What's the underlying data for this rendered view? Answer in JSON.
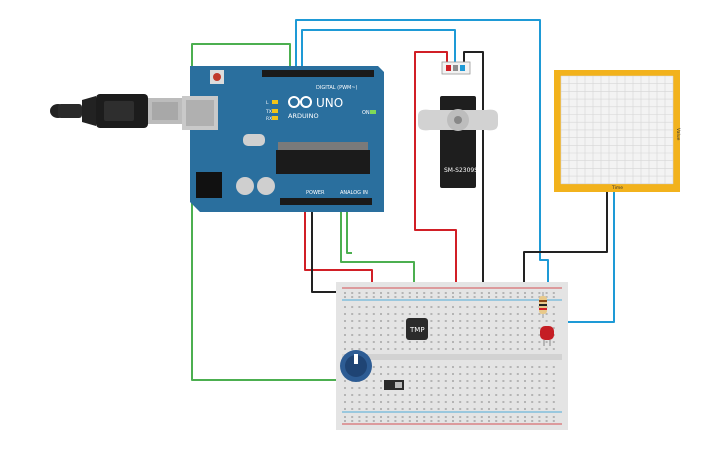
{
  "colors": {
    "board": "#2a6f9e",
    "board_dark": "#1d5580",
    "breadboard": "#e4e4e4",
    "wire_red": "#d11f26",
    "wire_green": "#4caf50",
    "wire_blue": "#1e9ad6",
    "wire_black": "#222222",
    "plotter_frame": "#f2b21c",
    "plotter_screen": "#f3f3f3",
    "led": "#c51e24",
    "pot": "#2d5c94"
  },
  "arduino": {
    "brand": "ARDUINO",
    "model": "UNO",
    "digital_label": "DIGITAL (PWM~)",
    "power_label": "POWER",
    "analog_label": "ANALOG IN",
    "on_label": "ON",
    "tx_label": "TX",
    "rx_label": "RX",
    "l_label": "L"
  },
  "servo": {
    "label": "SM-S2309S"
  },
  "sensor": {
    "label": "TMP"
  },
  "plotter": {
    "x_label": "Time",
    "y_label": "Value"
  },
  "icons": [
    "usb-cable-icon",
    "reset-button-icon",
    "arduino-infinity-logo-icon"
  ]
}
